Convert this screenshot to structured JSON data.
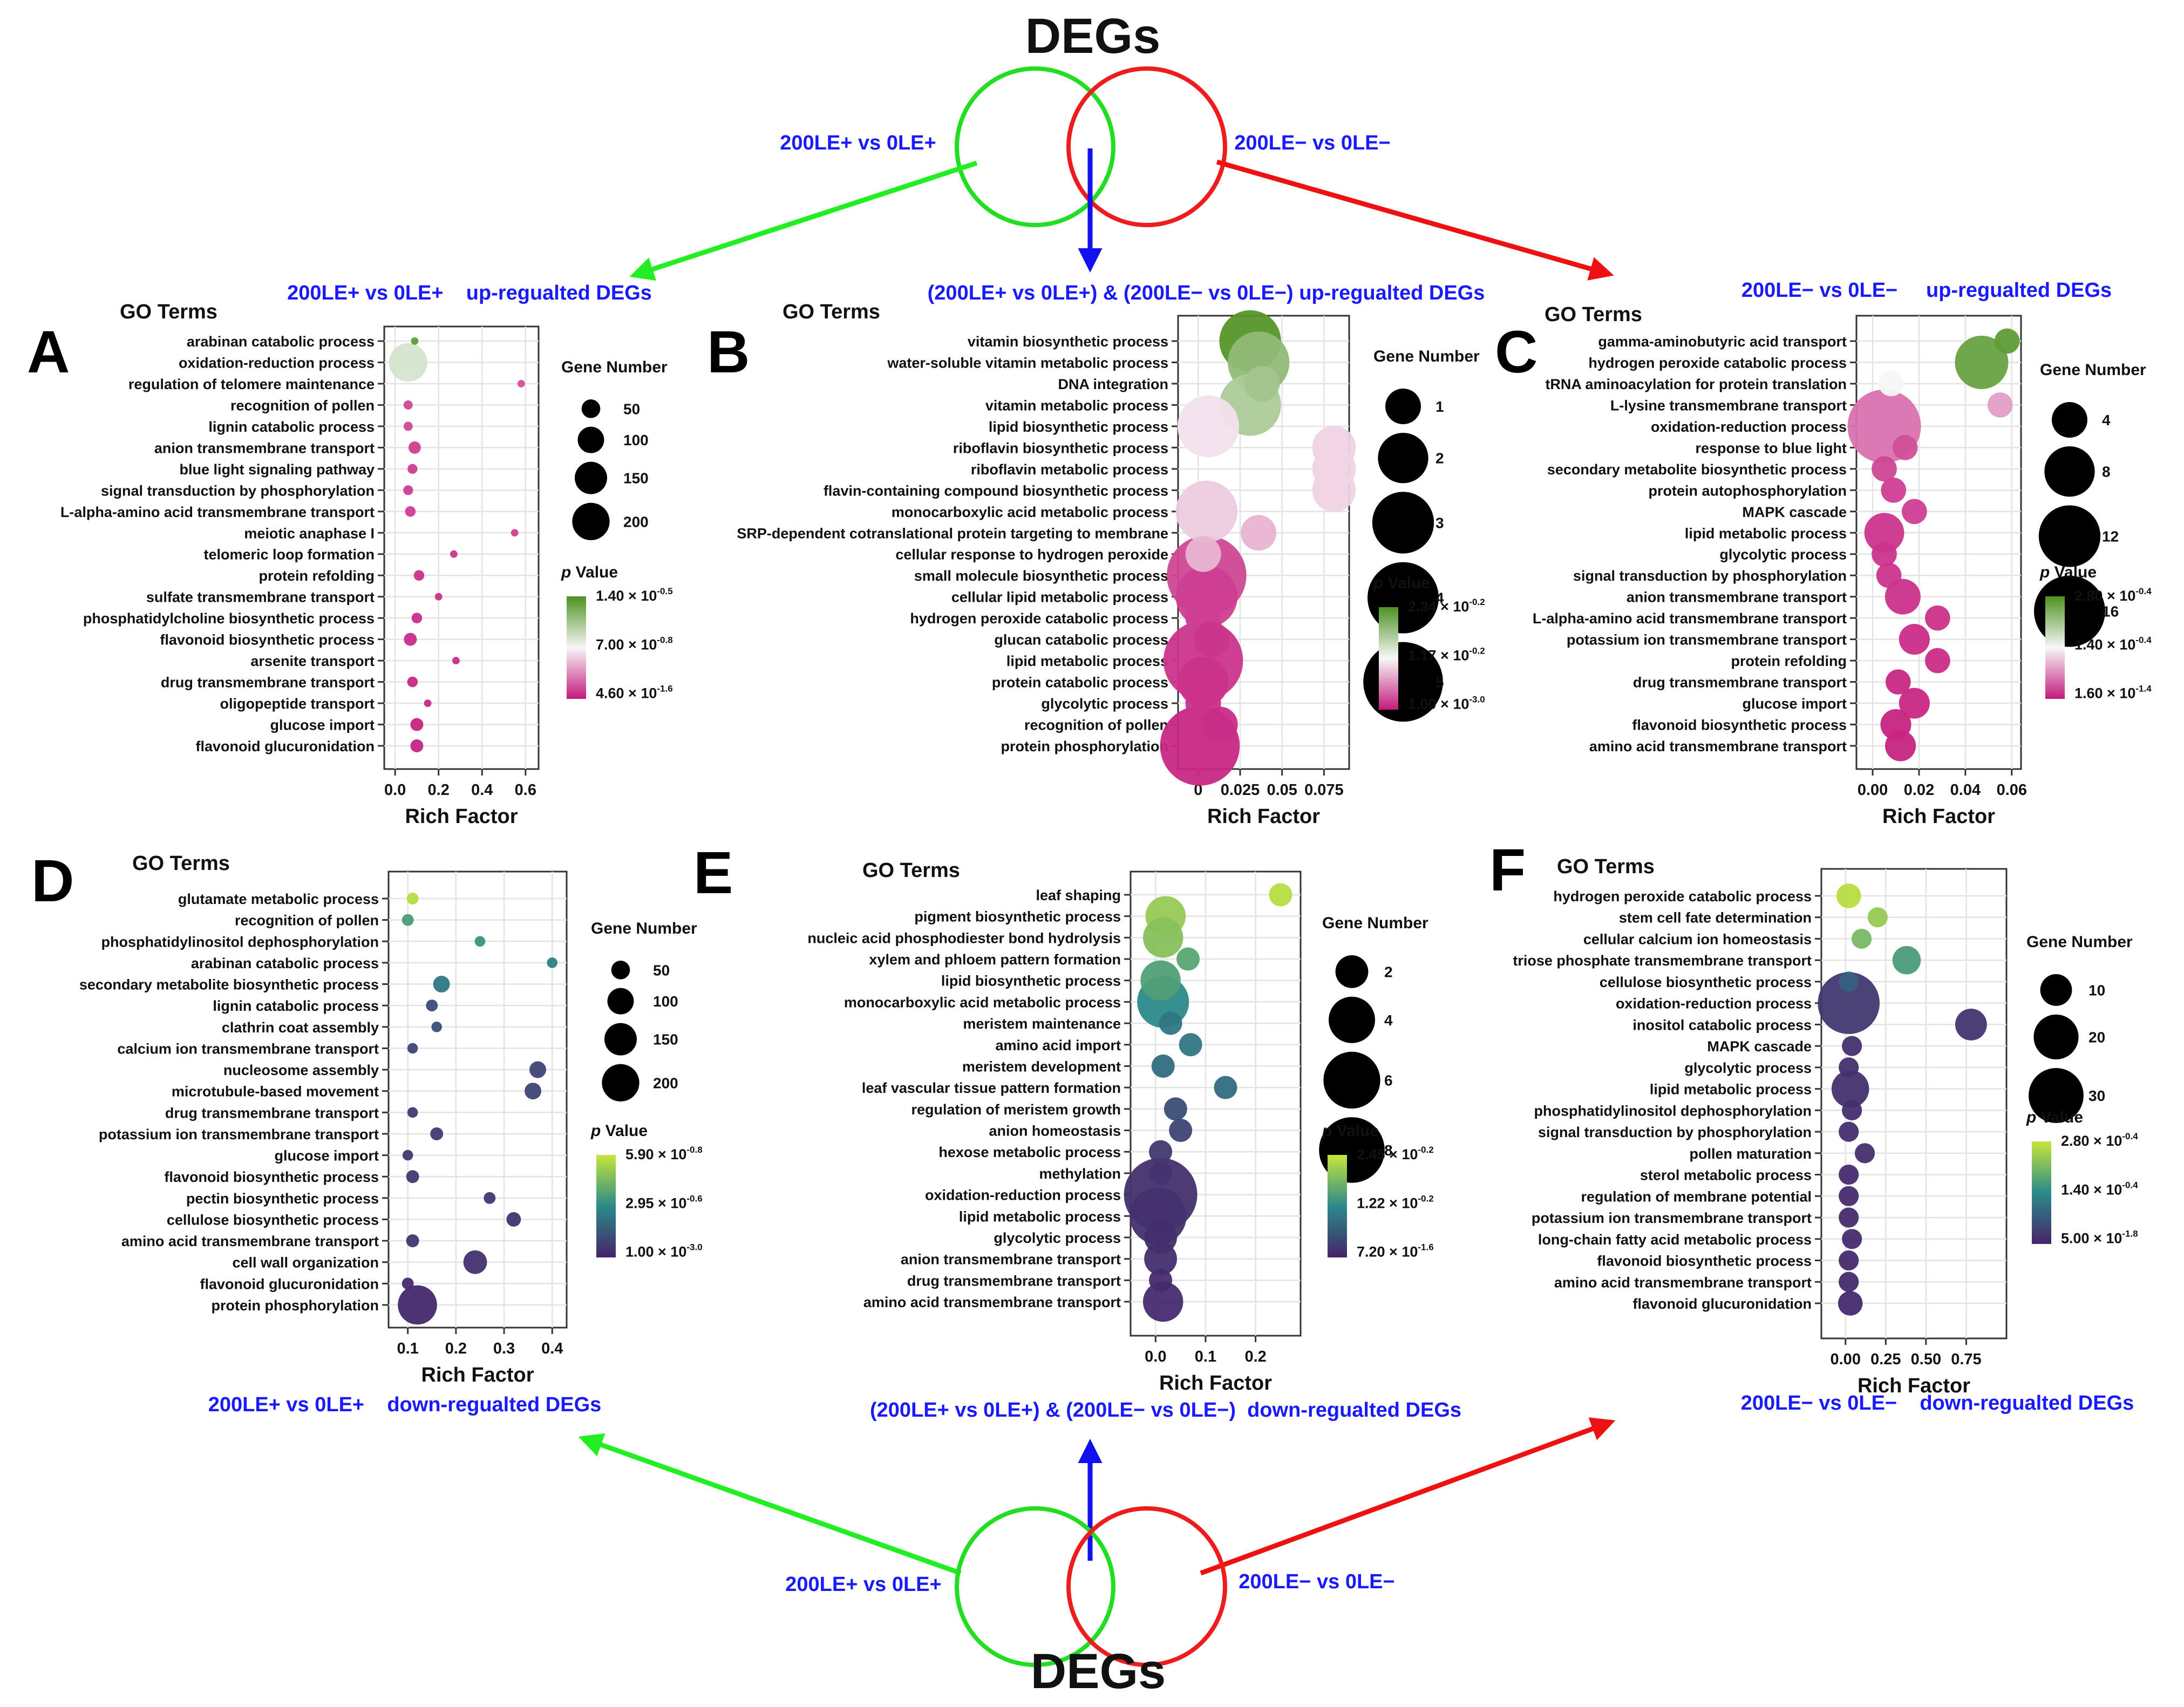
{
  "figure": {
    "top_title": "DEGs",
    "bottom_title": "DEGs",
    "venn_top_left_label": "200LE+ vs 0LE+",
    "venn_top_right_label": "200LE− vs 0LE−",
    "venn_bottom_left_label": "200LE+ vs 0LE+",
    "venn_bottom_right_label": "200LE− vs 0LE−",
    "header_A": "200LE+ vs 0LE+    up-regualted DEGs",
    "header_B": "(200LE+ vs 0LE+) & (200LE− vs 0LE−) up-regualted DEGs",
    "header_C": "200LE− vs 0LE−     up-regualted DEGs",
    "header_D": "200LE+ vs 0LE+    down-regualted DEGs",
    "header_E": "(200LE+ vs 0LE+) & (200LE− vs 0LE−)  down-regualted DEGs",
    "header_F": "200LE− vs 0LE−    down-regualted DEGs",
    "colors": {
      "blue_text": "#1a1aff",
      "green_circle": "#22dd22",
      "red_circle": "#ee1c1c",
      "arrow_green": "#22ee22",
      "arrow_red": "#ee1111",
      "arrow_blue": "#1111ee"
    }
  },
  "chart_data": [
    {
      "panel": "A",
      "type": "scatter",
      "y_title": "GO Terms",
      "xlabel": "Rich Factor",
      "xlim": [
        -0.05,
        0.66
      ],
      "x_ticks": [
        0.0,
        0.2,
        0.4,
        0.6
      ],
      "x_tick_labels": [
        "0.0",
        "0.2",
        "0.4",
        "0.6"
      ],
      "size_legend": {
        "title": "Gene Number",
        "values": [
          50,
          100,
          150,
          200
        ],
        "labels": [
          "50",
          "100",
          "150",
          "200"
        ]
      },
      "color_legend": {
        "title_p": "p",
        "title_rest": " Value",
        "low": "#c51b7d",
        "mid": "#f7f7f7",
        "high": "#4d9221",
        "labels": [
          "1.40 × 10",
          "7.00 × 10",
          "4.60 × 10"
        ],
        "exponents": [
          "-0.5",
          "-0.8",
          "-1.6"
        ]
      },
      "terms": [
        "arabinan catabolic process",
        "oxidation-reduction process",
        "regulation of telomere maintenance",
        "recognition of pollen",
        "lignin catabolic process",
        "anion transmembrane transport",
        "blue light signaling pathway",
        "signal transduction by phosphorylation",
        "L-alpha-amino acid transmembrane transport",
        "meiotic anaphase I",
        "telomeric loop formation",
        "protein refolding",
        "sulfate transmembrane transport",
        "phosphatidylcholine biosynthetic process",
        "flavonoid biosynthetic process",
        "arsenite transport",
        "drug transmembrane transport",
        "oligopeptide transport",
        "glucose import",
        "flavonoid glucuronidation"
      ],
      "x": [
        0.09,
        0.06,
        0.58,
        0.06,
        0.06,
        0.09,
        0.08,
        0.06,
        0.07,
        0.55,
        0.27,
        0.11,
        0.2,
        0.1,
        0.07,
        0.28,
        0.08,
        0.15,
        0.1,
        0.1
      ],
      "size": [
        8,
        210,
        8,
        12,
        12,
        22,
        14,
        14,
        16,
        8,
        8,
        16,
        8,
        16,
        24,
        8,
        16,
        8,
        24,
        24
      ],
      "color_t": [
        0.95,
        0.6,
        0.12,
        0.1,
        0.1,
        0.08,
        0.08,
        0.08,
        0.08,
        0.08,
        0.06,
        0.05,
        0.05,
        0.04,
        0.04,
        0.04,
        0.03,
        0.03,
        0.02,
        0.02
      ]
    },
    {
      "panel": "B",
      "type": "scatter",
      "y_title": "GO Terms",
      "xlabel": "Rich Factor",
      "xlim": [
        -0.012,
        0.09
      ],
      "x_ticks": [
        0.0,
        0.025,
        0.05,
        0.075
      ],
      "x_tick_labels": [
        "0",
        "0.025",
        "0.05",
        "0.075"
      ],
      "size_legend": {
        "title": "Gene Number",
        "values": [
          1,
          2,
          3,
          4,
          5
        ],
        "labels": [
          "1",
          "2",
          "3",
          "4",
          "5"
        ]
      },
      "color_legend": {
        "title_p": "p",
        "title_rest": " Value",
        "low": "#c51b7d",
        "mid": "#f7f7f7",
        "high": "#4d9221",
        "labels": [
          "2.34 × 10",
          "1.17 × 10",
          "1.00 × 10"
        ],
        "exponents": [
          "-0.2",
          "-0.2",
          "-3.0"
        ]
      },
      "terms": [
        "vitamin biosynthetic process",
        "water-soluble vitamin metabolic process",
        "DNA integration",
        "vitamin metabolic process",
        "lipid biosynthetic process",
        "riboflavin biosynthetic process",
        "riboflavin metabolic process",
        "flavin-containing compound biosynthetic process",
        "monocarboxylic acid metabolic process",
        "SRP-dependent cotranslational protein targeting to membrane",
        "cellular response to hydrogen peroxide",
        "small molecule biosynthetic process",
        "cellular lipid metabolic process",
        "hydrogen peroxide catabolic process",
        "glucan catabolic process",
        "lipid metabolic process",
        "protein catabolic process",
        "glycolytic process",
        "recognition of pollen",
        "protein phosphorylation"
      ],
      "x": [
        0.031,
        0.036,
        0.038,
        0.031,
        0.006,
        0.081,
        0.081,
        0.081,
        0.005,
        0.036,
        0.003,
        0.005,
        0.005,
        0.003,
        0.008,
        0.003,
        0.003,
        0.003,
        0.013,
        0.001
      ],
      "size": [
        3,
        3,
        1,
        3,
        3,
        1.5,
        1.5,
        1.5,
        3,
        1,
        1,
        5,
        3,
        1,
        1,
        5,
        2,
        1,
        1,
        5
      ],
      "color_t": [
        0.98,
        0.8,
        0.75,
        0.72,
        0.45,
        0.42,
        0.42,
        0.42,
        0.4,
        0.35,
        0.35,
        0.1,
        0.08,
        0.08,
        0.06,
        0.06,
        0.05,
        0.05,
        0.04,
        0.03
      ]
    },
    {
      "panel": "C",
      "type": "scatter",
      "y_title": "GO Terms",
      "xlabel": "Rich Factor",
      "xlim": [
        -0.007,
        0.064
      ],
      "x_ticks": [
        0.0,
        0.02,
        0.04,
        0.06
      ],
      "x_tick_labels": [
        "0.00",
        "0.02",
        "0.04",
        "0.06"
      ],
      "size_legend": {
        "title": "Gene Number",
        "values": [
          4,
          8,
          12,
          16
        ],
        "labels": [
          "4",
          "8",
          "12",
          "16"
        ]
      },
      "color_legend": {
        "title_p": "p",
        "title_rest": " Value",
        "low": "#c51b7d",
        "mid": "#f7f7f7",
        "high": "#4d9221",
        "labels": [
          "2.80 × 10",
          "1.40 × 10",
          "1.60 × 10"
        ],
        "exponents": [
          "-0.4",
          "-0.4",
          "-1.4"
        ]
      },
      "terms": [
        "gamma-aminobutyric acid transport",
        "hydrogen peroxide catabolic process",
        "tRNA aminoacylation for protein translation",
        "L-lysine transmembrane transport",
        "oxidation-reduction process",
        "response to blue light",
        "secondary metabolite biosynthetic process",
        "protein autophosphorylation",
        "MAPK cascade",
        "lipid metabolic process",
        "glycolytic process",
        "signal transduction by phosphorylation",
        "anion transmembrane transport",
        "L-alpha-amino acid transmembrane transport",
        "potassium ion transmembrane transport",
        "protein refolding",
        "drug transmembrane transport",
        "glucose import",
        "flavonoid biosynthetic process",
        "amino acid transmembrane transport"
      ],
      "x": [
        0.058,
        0.047,
        0.008,
        0.055,
        0.005,
        0.014,
        0.005,
        0.009,
        0.018,
        0.005,
        0.005,
        0.007,
        0.013,
        0.028,
        0.018,
        0.028,
        0.011,
        0.018,
        0.01,
        0.012
      ],
      "size": [
        2,
        9,
        2,
        2,
        17,
        2,
        2,
        2,
        2,
        5,
        2,
        2,
        4,
        2,
        3,
        2,
        2,
        3,
        3,
        3
      ],
      "color_t": [
        0.95,
        0.92,
        0.5,
        0.3,
        0.2,
        0.12,
        0.1,
        0.08,
        0.08,
        0.06,
        0.06,
        0.06,
        0.05,
        0.05,
        0.04,
        0.04,
        0.03,
        0.03,
        0.02,
        0.02
      ]
    },
    {
      "panel": "D",
      "type": "scatter",
      "y_title": "GO Terms",
      "xlabel": "Rich Factor",
      "xlim": [
        0.06,
        0.43
      ],
      "x_ticks": [
        0.1,
        0.2,
        0.3,
        0.4
      ],
      "x_tick_labels": [
        "0.1",
        "0.2",
        "0.3",
        "0.4"
      ],
      "size_legend": {
        "title": "Gene Number",
        "values": [
          50,
          100,
          150,
          200
        ],
        "labels": [
          "50",
          "100",
          "150",
          "200"
        ]
      },
      "color_legend": {
        "title_p": "p",
        "title_rest": " Value",
        "low": "#46246a",
        "mid": "#2b8a8a",
        "high": "#c5e63b",
        "labels": [
          "5.90 × 10",
          "2.95 × 10",
          "1.00 × 10"
        ],
        "exponents": [
          "-0.8",
          "-0.6",
          "-3.0"
        ]
      },
      "terms": [
        "glutamate metabolic process",
        "recognition of pollen",
        "phosphatidylinositol dephosphorylation",
        "arabinan catabolic process",
        "secondary metabolite biosynthetic process",
        "lignin catabolic process",
        "clathrin coat assembly",
        "calcium ion transmembrane transport",
        "nucleosome assembly",
        "microtubule-based movement",
        "drug transmembrane transport",
        "potassium ion transmembrane transport",
        "glucose import",
        "flavonoid biosynthetic process",
        "pectin biosynthetic process",
        "cellulose biosynthetic process",
        "amino acid transmembrane transport",
        "cell wall organization",
        "flavonoid glucuronidation",
        "protein phosphorylation"
      ],
      "x": [
        0.11,
        0.1,
        0.25,
        0.4,
        0.17,
        0.15,
        0.16,
        0.11,
        0.37,
        0.36,
        0.11,
        0.16,
        0.1,
        0.11,
        0.27,
        0.32,
        0.11,
        0.24,
        0.1,
        0.12
      ],
      "size": [
        20,
        20,
        16,
        16,
        40,
        20,
        16,
        16,
        40,
        40,
        16,
        24,
        16,
        24,
        20,
        30,
        24,
        80,
        20,
        220
      ],
      "color_t": [
        0.95,
        0.6,
        0.55,
        0.45,
        0.4,
        0.2,
        0.2,
        0.15,
        0.15,
        0.15,
        0.12,
        0.12,
        0.1,
        0.1,
        0.1,
        0.08,
        0.08,
        0.06,
        0.04,
        0.02
      ]
    },
    {
      "panel": "E",
      "type": "scatter",
      "y_title": "GO Terms",
      "xlabel": "Rich Factor",
      "xlim": [
        -0.05,
        0.29
      ],
      "x_ticks": [
        0.0,
        0.1,
        0.2
      ],
      "x_tick_labels": [
        "0.0",
        "0.1",
        "0.2"
      ],
      "size_legend": {
        "title": "Gene Number",
        "values": [
          2,
          4,
          6,
          8
        ],
        "labels": [
          "2",
          "4",
          "6",
          "8"
        ]
      },
      "color_legend": {
        "title_p": "p",
        "title_rest": " Value",
        "low": "#46246a",
        "mid": "#2b8a8a",
        "high": "#c5e63b",
        "labels": [
          "2.45 × 10",
          "1.22 × 10",
          "7.20 × 10"
        ],
        "exponents": [
          "-0.2",
          "-0.2",
          "-1.6"
        ]
      },
      "terms": [
        "leaf shaping",
        "pigment biosynthetic process",
        "nucleic acid phosphodiester bond hydrolysis",
        "xylem and phloem pattern formation",
        "lipid biosynthetic process",
        "monocarboxylic acid metabolic process",
        "meristem maintenance",
        "amino acid import",
        "meristem development",
        "leaf vascular tissue pattern formation",
        "regulation of meristem growth",
        "anion homeostasis",
        "hexose metabolic process",
        "methylation",
        "oxidation-reduction process",
        "lipid metabolic process",
        "glycolytic process",
        "anion transmembrane transport",
        "drug transmembrane transport",
        "amino acid transmembrane transport"
      ],
      "x": [
        0.25,
        0.02,
        0.015,
        0.065,
        0.01,
        0.015,
        0.03,
        0.07,
        0.015,
        0.14,
        0.04,
        0.05,
        0.01,
        0.01,
        0.01,
        0.005,
        0.01,
        0.01,
        0.01,
        0.015
      ],
      "size": [
        1,
        3,
        3,
        1,
        3,
        5,
        1,
        1,
        1,
        1,
        1,
        1,
        1,
        1,
        10,
        6,
        2,
        2,
        1,
        3
      ],
      "color_t": [
        0.95,
        0.85,
        0.8,
        0.65,
        0.62,
        0.5,
        0.4,
        0.4,
        0.35,
        0.35,
        0.2,
        0.15,
        0.1,
        0.08,
        0.06,
        0.06,
        0.05,
        0.05,
        0.04,
        0.04
      ]
    },
    {
      "panel": "F",
      "type": "scatter",
      "y_title": "GO Terms",
      "xlabel": "Rich Factor",
      "xlim": [
        -0.15,
        1.0
      ],
      "x_ticks": [
        0.0,
        0.25,
        0.5,
        0.75
      ],
      "x_tick_labels": [
        "0.00",
        "0.25",
        "0.50",
        "0.75"
      ],
      "size_legend": {
        "title": "Gene Number",
        "values": [
          10,
          20,
          30
        ],
        "labels": [
          "10",
          "20",
          "30"
        ]
      },
      "color_legend": {
        "title_p": "p",
        "title_rest": " Value",
        "low": "#46246a",
        "mid": "#2b8a8a",
        "high": "#c5e63b",
        "labels": [
          "2.80 × 10",
          "1.40 × 10",
          "5.00 × 10"
        ],
        "exponents": [
          "-0.4",
          "-0.4",
          "-1.8"
        ]
      },
      "terms": [
        "hydrogen peroxide catabolic process",
        "stem cell fate determination",
        "cellular calcium ion homeostasis",
        "triose phosphate transmembrane transport",
        "cellulose biosynthetic process",
        "oxidation-reduction process",
        "inositol catabolic process",
        "MAPK cascade",
        "glycolytic process",
        "lipid metabolic process",
        "phosphatidylinositol dephosphorylation",
        "signal transduction by phosphorylation",
        "pollen maturation",
        "sterol metabolic process",
        "regulation of membrane potential",
        "potassium ion transmembrane transport",
        "long-chain fatty acid metabolic process",
        "flavonoid biosynthetic process",
        "amino acid transmembrane transport",
        "flavonoid glucuronidation"
      ],
      "x": [
        0.02,
        0.2,
        0.1,
        0.38,
        0.02,
        0.02,
        0.78,
        0.04,
        0.02,
        0.03,
        0.04,
        0.02,
        0.12,
        0.02,
        0.02,
        0.02,
        0.04,
        0.02,
        0.02,
        0.03
      ],
      "size": [
        6,
        4,
        4,
        8,
        4,
        38,
        10,
        4,
        4,
        14,
        4,
        4,
        4,
        4,
        4,
        4,
        4,
        4,
        4,
        6
      ],
      "color_t": [
        0.95,
        0.85,
        0.75,
        0.6,
        0.3,
        0.1,
        0.08,
        0.06,
        0.06,
        0.06,
        0.05,
        0.05,
        0.05,
        0.04,
        0.04,
        0.04,
        0.04,
        0.03,
        0.03,
        0.03
      ]
    }
  ]
}
